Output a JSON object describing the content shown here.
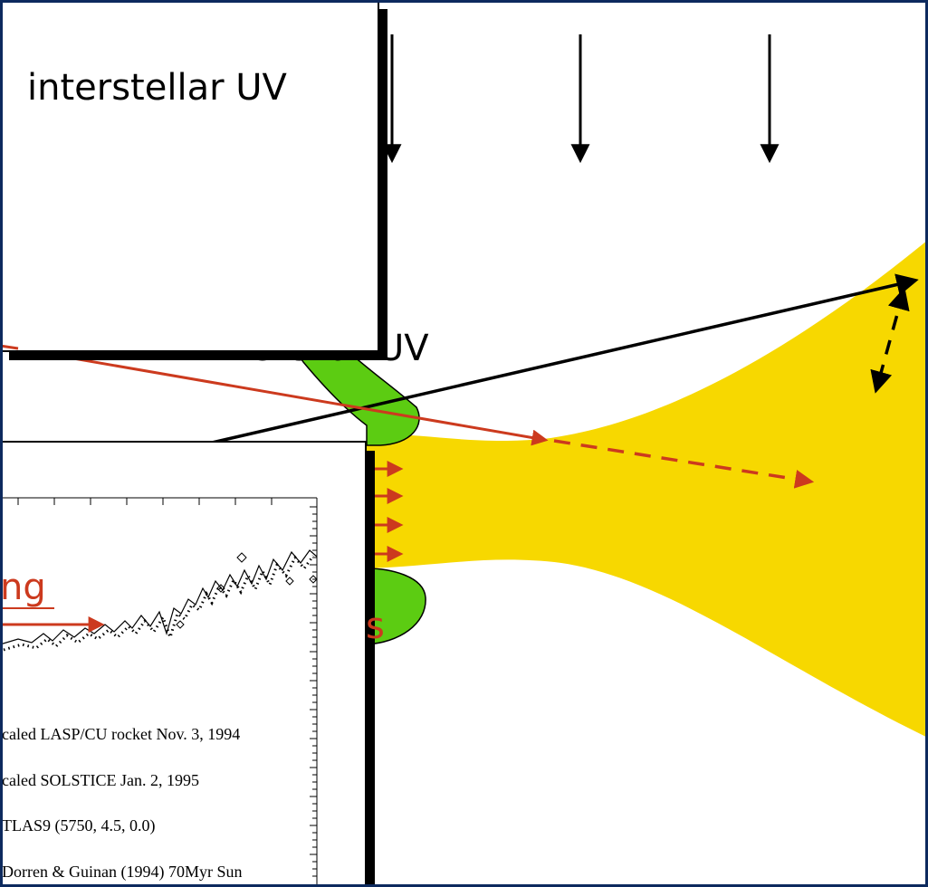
{
  "labels": {
    "interstellar_uv": "interstellar UV",
    "stellar_uv": "stellar UV",
    "inset_partial_left": "ng",
    "inset_partial_right": "s"
  },
  "inset_legend": [
    "caled LASP/CU rocket Nov. 3, 1994",
    "caled SOLSTICE Jan. 2, 1995",
    "TLAS9 (5750, 4.5, 0.0)",
    "Dorren & Guinan (1994) 70Myr Sun"
  ],
  "colors": {
    "frame_border": "#0d2a5e",
    "disk_fill": "#f7d800",
    "green_band": "#5ccc12",
    "red_arrow": "#cc3a1e",
    "black": "#000000"
  }
}
